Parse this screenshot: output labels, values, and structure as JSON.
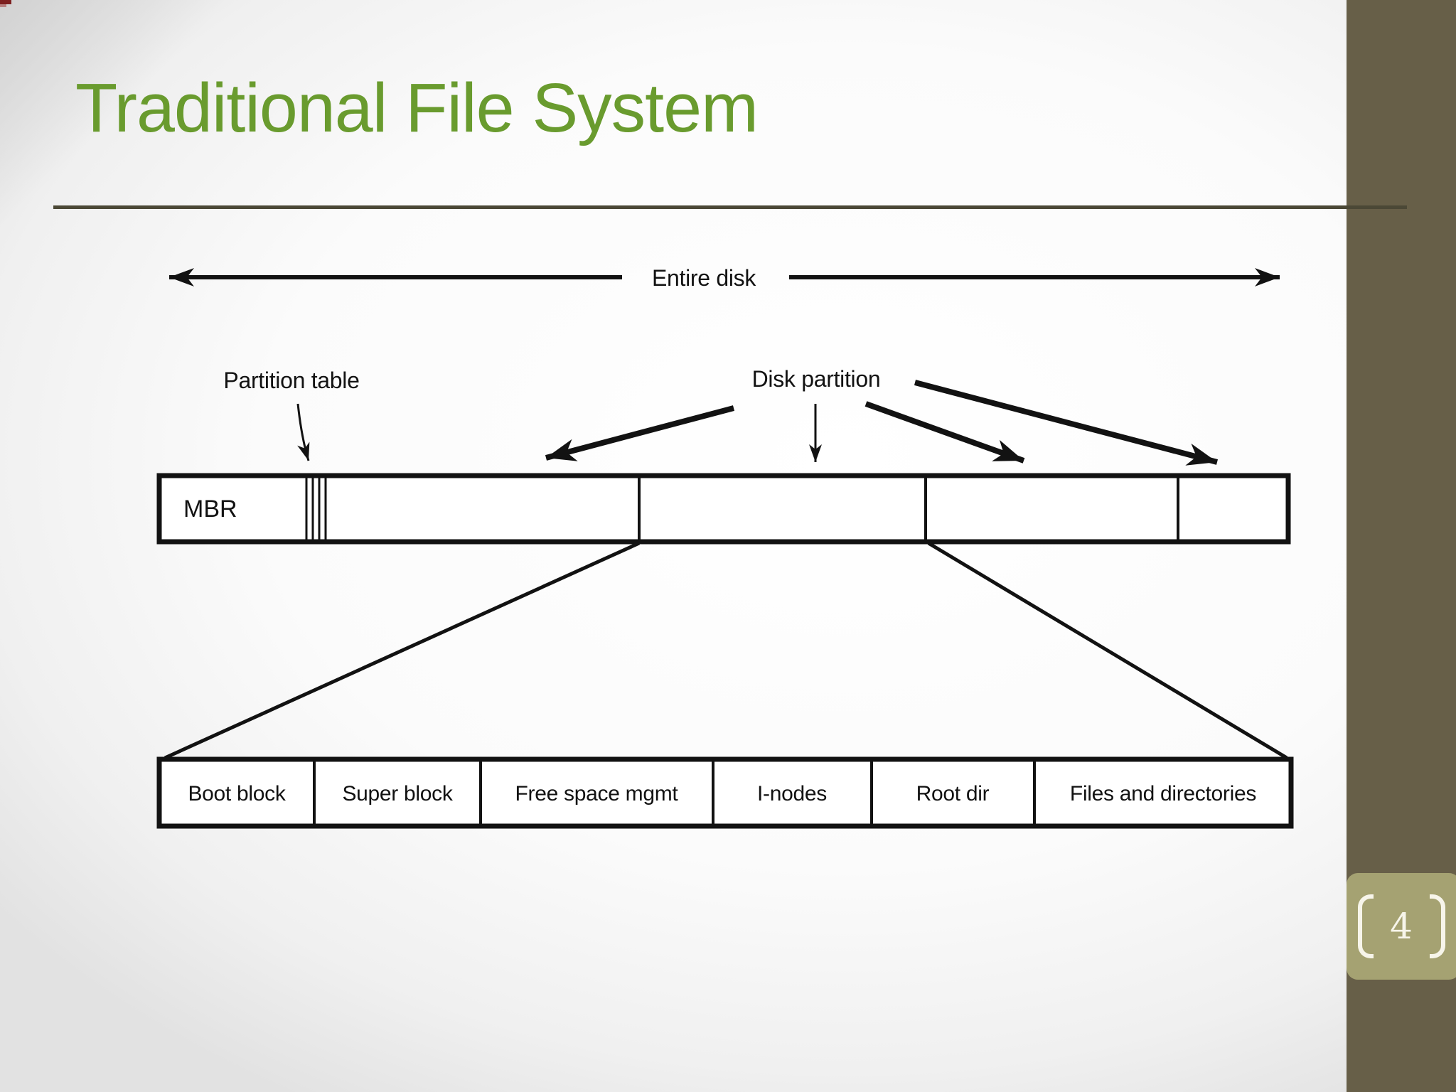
{
  "slide": {
    "title": "Traditional File System",
    "page_number": "4"
  },
  "diagram": {
    "labels": {
      "entire_disk": "Entire disk",
      "partition_table": "Partition table",
      "disk_partition": "Disk partition",
      "mbr": "MBR"
    },
    "expanded_cells": [
      "Boot block",
      "Super block",
      "Free space mgmt",
      "I-nodes",
      "Root dir",
      "Files and directories"
    ]
  },
  "colors": {
    "title_green": "#699b2e",
    "rule_olive": "#4b4836",
    "sidebar_brown": "#675f48",
    "badge_olive": "#a5a272",
    "badge_text": "#f7f5ea",
    "diagram_ink": "#121212",
    "corner_mark_red": "#7d2020"
  }
}
